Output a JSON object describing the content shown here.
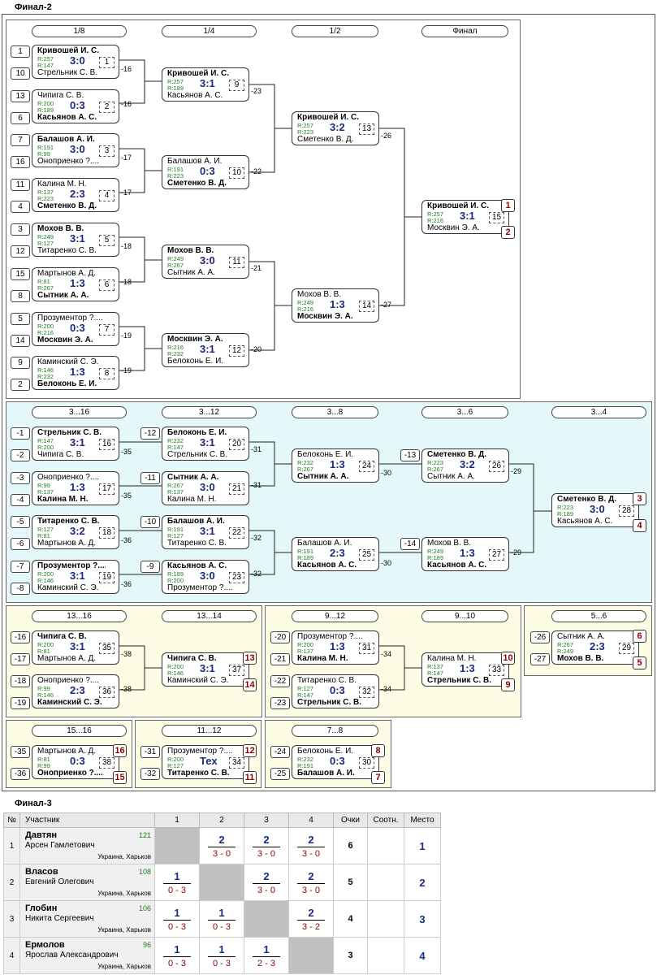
{
  "final2_title": "Финал-2",
  "final3_title": "Финал-3",
  "rounds_main": [
    "1/8",
    "1/4",
    "1/2",
    "Финал"
  ],
  "rounds_cons": [
    "3...16",
    "3...12",
    "3...8",
    "3...6",
    "3...4"
  ],
  "rounds_small": {
    "a1": "13...16",
    "a2": "13...14",
    "b1": "9...12",
    "b2": "9...10",
    "c1": "5...6",
    "d1": "15...16",
    "e1": "11...12",
    "f1": "7...8"
  },
  "matches": [
    {
      "id": "m1",
      "p1": "Кривошей И. С.",
      "p2": "Стрельник С. В.",
      "r1": "R:257",
      "r2": "R:147",
      "score": "3:0",
      "num": "1",
      "w": 1
    },
    {
      "id": "m2",
      "p1": "Чипига С. В.",
      "p2": "Касьянов А. С.",
      "r1": "R:200",
      "r2": "R:189",
      "score": "0:3",
      "num": "2",
      "w": 2
    },
    {
      "id": "m3",
      "p1": "Балашов А. И.",
      "p2": "Оноприенко ?....",
      "r1": "R:191",
      "r2": "R:99",
      "score": "3:0",
      "num": "3",
      "w": 1
    },
    {
      "id": "m4",
      "p1": "Калина М. Н.",
      "p2": "Сметенко В. Д.",
      "r1": "R:137",
      "r2": "R:223",
      "score": "2:3",
      "num": "4",
      "w": 2
    },
    {
      "id": "m5",
      "p1": "Мохов В. В.",
      "p2": "Титаренко С. В.",
      "r1": "R:249",
      "r2": "R:127",
      "score": "3:1",
      "num": "5",
      "w": 1
    },
    {
      "id": "m6",
      "p1": "Мартынов А. Д.",
      "p2": "Сытник А. А.",
      "r1": "R:81",
      "r2": "R:267",
      "score": "1:3",
      "num": "6",
      "w": 2
    },
    {
      "id": "m7",
      "p1": "Прозументор ?....",
      "p2": "Москвин Э. А.",
      "r1": "R:200",
      "r2": "R:216",
      "score": "0:3",
      "num": "7",
      "w": 2
    },
    {
      "id": "m8",
      "p1": "Каминский С. Э.",
      "p2": "Белоконь Е. И.",
      "r1": "R:146",
      "r2": "R:232",
      "score": "1:3",
      "num": "8",
      "w": 2
    },
    {
      "id": "m9",
      "p1": "Кривошей И. С.",
      "p2": "Касьянов А. С.",
      "r1": "R:257",
      "r2": "R:189",
      "score": "3:1",
      "num": "9",
      "w": 1
    },
    {
      "id": "m10",
      "p1": "Балашов А. И.",
      "p2": "Сметенко В. Д.",
      "r1": "R:191",
      "r2": "R:223",
      "score": "0:3",
      "num": "10",
      "w": 2
    },
    {
      "id": "m11",
      "p1": "Мохов В. В.",
      "p2": "Сытник А. А.",
      "r1": "R:249",
      "r2": "R:267",
      "score": "3:0",
      "num": "11",
      "w": 1
    },
    {
      "id": "m12",
      "p1": "Москвин Э. А.",
      "p2": "Белоконь Е. И.",
      "r1": "R:216",
      "r2": "R:232",
      "score": "3:1",
      "num": "12",
      "w": 1
    },
    {
      "id": "m13",
      "p1": "Кривошей И. С.",
      "p2": "Сметенко В. Д.",
      "r1": "R:257",
      "r2": "R:223",
      "score": "3:2",
      "num": "13",
      "w": 1
    },
    {
      "id": "m14",
      "p1": "Мохов В. В.",
      "p2": "Москвин Э. А.",
      "r1": "R:249",
      "r2": "R:216",
      "score": "1:3",
      "num": "14",
      "w": 2
    },
    {
      "id": "m15",
      "p1": "Кривошей И. С.",
      "p2": "Москвин Э. А.",
      "r1": "R:257",
      "r2": "R:216",
      "score": "3:1",
      "num": "15",
      "w": 1
    },
    {
      "id": "m16",
      "p1": "Стрельник С. В.",
      "p2": "Чипига С. В.",
      "r1": "R:147",
      "r2": "R:200",
      "score": "3:1",
      "num": "16",
      "w": 1
    },
    {
      "id": "m17",
      "p1": "Оноприенко ?....",
      "p2": "Калина М. Н.",
      "r1": "R:99",
      "r2": "R:137",
      "score": "1:3",
      "num": "17",
      "w": 2
    },
    {
      "id": "m18",
      "p1": "Титаренко С. В.",
      "p2": "Мартынов А. Д.",
      "r1": "R:127",
      "r2": "R:81",
      "score": "3:2",
      "num": "18",
      "w": 1
    },
    {
      "id": "m19",
      "p1": "Прозументор ?....",
      "p2": "Каминский С. Э.",
      "r1": "R:200",
      "r2": "R:146",
      "score": "3:1",
      "num": "19",
      "w": 1
    },
    {
      "id": "m20",
      "p1": "Белоконь Е. И.",
      "p2": "Стрельник С. В.",
      "r1": "R:232",
      "r2": "R:147",
      "score": "3:1",
      "num": "20",
      "w": 1
    },
    {
      "id": "m21",
      "p1": "Сытник А. А.",
      "p2": "Калина М. Н.",
      "r1": "R:267",
      "r2": "R:137",
      "score": "3:0",
      "num": "21",
      "w": 1
    },
    {
      "id": "m22",
      "p1": "Балашов А. И.",
      "p2": "Титаренко С. В.",
      "r1": "R:191",
      "r2": "R:127",
      "score": "3:1",
      "num": "22",
      "w": 1
    },
    {
      "id": "m23",
      "p1": "Касьянов А. С.",
      "p2": "Прозументор ?....",
      "r1": "R:189",
      "r2": "R:200",
      "score": "3:0",
      "num": "23",
      "w": 1
    },
    {
      "id": "m24",
      "p1": "Белоконь Е. И.",
      "p2": "Сытник А. А.",
      "r1": "R:232",
      "r2": "R:267",
      "score": "1:3",
      "num": "24",
      "w": 2
    },
    {
      "id": "m25",
      "p1": "Балашов А. И.",
      "p2": "Касьянов А. С.",
      "r1": "R:191",
      "r2": "R:189",
      "score": "2:3",
      "num": "25",
      "w": 2
    },
    {
      "id": "m26",
      "p1": "Сметенко В. Д.",
      "p2": "Сытник А. А.",
      "r1": "R:223",
      "r2": "R:267",
      "score": "3:2",
      "num": "26",
      "w": 1
    },
    {
      "id": "m27",
      "p1": "Мохов В. В.",
      "p2": "Касьянов А. С.",
      "r1": "R:249",
      "r2": "R:189",
      "score": "1:3",
      "num": "27",
      "w": 2
    },
    {
      "id": "m28",
      "p1": "Сметенко В. Д.",
      "p2": "Касьянов А. С.",
      "r1": "R:223",
      "r2": "R:189",
      "score": "3:0",
      "num": "28",
      "w": 1
    },
    {
      "id": "m35",
      "p1": "Чипига С. В.",
      "p2": "Мартынов А. Д.",
      "r1": "R:200",
      "r2": "R:81",
      "score": "3:1",
      "num": "35",
      "w": 1
    },
    {
      "id": "m36",
      "p1": "Оноприенко ?....",
      "p2": "Каминский С. Э.",
      "r1": "R:99",
      "r2": "R:146",
      "score": "2:3",
      "num": "36",
      "w": 2
    },
    {
      "id": "m37",
      "p1": "Чипига С. В.",
      "p2": "Каминский С. Э.",
      "r1": "R:200",
      "r2": "R:146",
      "score": "3:1",
      "num": "37",
      "w": 1
    },
    {
      "id": "m31",
      "p1": "Прозументор ?....",
      "p2": "Калина М. Н.",
      "r1": "R:200",
      "r2": "R:137",
      "score": "1:3",
      "num": "31",
      "w": 2
    },
    {
      "id": "m32",
      "p1": "Титаренко С. В.",
      "p2": "Стрельник С. В.",
      "r1": "R:127",
      "r2": "R:147",
      "score": "0:3",
      "num": "32",
      "w": 2
    },
    {
      "id": "m33",
      "p1": "Калина М. Н.",
      "p2": "Стрельник С. В.",
      "r1": "R:137",
      "r2": "R:147",
      "score": "1:3",
      "num": "33",
      "w": 2
    },
    {
      "id": "m29",
      "p1": "Сытник А. А.",
      "p2": "Мохов В. В.",
      "r1": "R:267",
      "r2": "R:249",
      "score": "2:3",
      "num": "29",
      "w": 2
    },
    {
      "id": "m38",
      "p1": "Мартынов А. Д.",
      "p2": "Оноприенко ?....",
      "r1": "R:81",
      "r2": "R:99",
      "score": "0:3",
      "num": "38",
      "w": 2
    },
    {
      "id": "m34",
      "p1": "Прозументор ?....",
      "p2": "Титаренко С. В.",
      "r1": "R:200",
      "r2": "R:127",
      "score": "Тех",
      "num": "34",
      "w": 2
    },
    {
      "id": "m30",
      "p1": "Белоконь Е. И.",
      "p2": "Балашов А. И.",
      "r1": "R:232",
      "r2": "R:191",
      "score": "0:3",
      "num": "30",
      "w": 2
    }
  ],
  "seeds": [
    "1",
    "10",
    "13",
    "6",
    "7",
    "16",
    "11",
    "4",
    "3",
    "12",
    "15",
    "8",
    "5",
    "14",
    "9",
    "2"
  ],
  "cons_seeds_a": [
    "-1",
    "-2",
    "-3",
    "-4",
    "-5",
    "-6",
    "-7",
    "-8"
  ],
  "cons_seeds_b": [
    "-12",
    "-11",
    "-10",
    "-9"
  ],
  "cons_seeds_c": [
    "-13",
    "-14"
  ],
  "small_seeds": {
    "a": [
      "-16",
      "-17",
      "-18",
      "-19"
    ],
    "b": [
      "-20",
      "-21",
      "-22",
      "-23"
    ],
    "c": [
      "-26",
      "-27"
    ],
    "d": [
      "-35",
      "-36"
    ],
    "e": [
      "-31",
      "-32"
    ],
    "f": [
      "-24",
      "-25"
    ]
  },
  "loser_labels": [
    "-16",
    "-16",
    "-17",
    "-17",
    "-18",
    "-18",
    "-19",
    "-19",
    "-23",
    "-22",
    "-21",
    "-20",
    "-26",
    "-27",
    "-35",
    "-35",
    "-36",
    "-36",
    "-31",
    "-31",
    "-32",
    "-32",
    "-30",
    "-30",
    "-29",
    "-29",
    "-38",
    "-38",
    "-34",
    "-34"
  ],
  "places": {
    "f1": "1",
    "f2": "2",
    "c1": "3",
    "c2": "4",
    "s1": "6",
    "s2": "5",
    "a1": "13",
    "a2": "14",
    "b1": "10",
    "b2": "9",
    "d1": "16",
    "d2": "15",
    "e1": "12",
    "e2": "11",
    "g1": "8",
    "g2": "7"
  },
  "table": {
    "headers": [
      "№",
      "Участник",
      "1",
      "2",
      "3",
      "4",
      "Очки",
      "Соотн.",
      "Место"
    ],
    "rows": [
      {
        "n": "1",
        "last": "Давтян",
        "first": "Арсен Гамлетович",
        "rating": "121",
        "city": "Украина, Харьков",
        "res": [
          null,
          [
            "2",
            "3 - 0"
          ],
          [
            "2",
            "3 - 0"
          ],
          [
            "2",
            "3 - 0"
          ]
        ],
        "pts": "6",
        "ratio": "",
        "place": "1"
      },
      {
        "n": "2",
        "last": "Власов",
        "first": "Евгений Олегович",
        "rating": "108",
        "city": "Украина, Харьков",
        "res": [
          [
            "1",
            "0 - 3"
          ],
          null,
          [
            "2",
            "3 - 0"
          ],
          [
            "2",
            "3 - 0"
          ]
        ],
        "pts": "5",
        "ratio": "",
        "place": "2"
      },
      {
        "n": "3",
        "last": "Глобин",
        "first": "Никита Сергеевич",
        "rating": "106",
        "city": "Украина, Харьков",
        "res": [
          [
            "1",
            "0 - 3"
          ],
          [
            "1",
            "0 - 3"
          ],
          null,
          [
            "2",
            "3 - 2"
          ]
        ],
        "pts": "4",
        "ratio": "",
        "place": "3"
      },
      {
        "n": "4",
        "last": "Ермолов",
        "first": "Ярослав Александрович",
        "rating": "96",
        "city": "Украина, Харьков",
        "res": [
          [
            "1",
            "0 - 3"
          ],
          [
            "1",
            "0 - 3"
          ],
          [
            "1",
            "2 - 3"
          ],
          null
        ],
        "pts": "3",
        "ratio": "",
        "place": "4"
      }
    ]
  }
}
